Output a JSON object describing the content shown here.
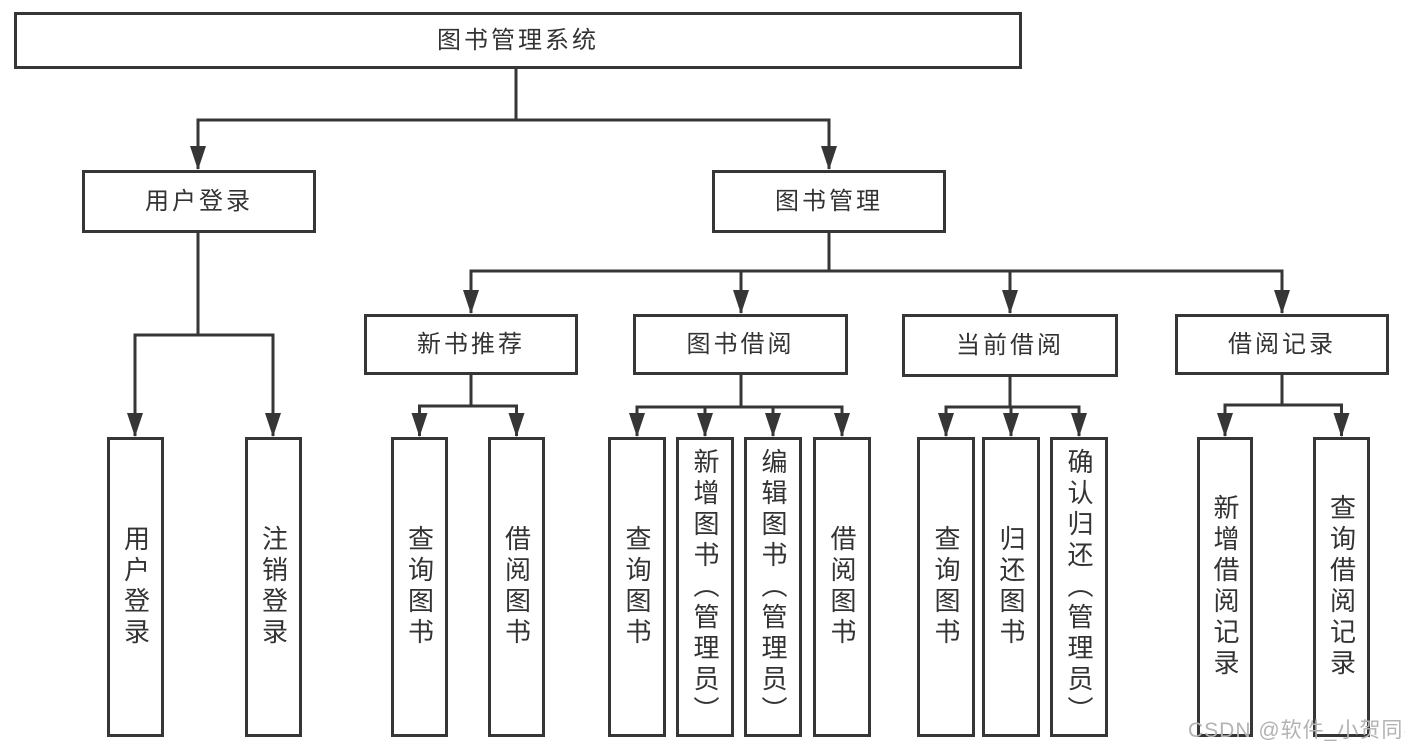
{
  "diagram": {
    "root": {
      "label": "图书管理系统"
    },
    "branches": [
      {
        "label": "用户登录",
        "children": [
          {
            "label": "用户登录"
          },
          {
            "label": "注销登录"
          }
        ]
      },
      {
        "label": "图书管理",
        "children": [
          {
            "label": "新书推荐",
            "children": [
              {
                "label": "查询图书"
              },
              {
                "label": "借阅图书"
              }
            ]
          },
          {
            "label": "图书借阅",
            "children": [
              {
                "label": "查询图书"
              },
              {
                "label": "新增图书（管理员）"
              },
              {
                "label": "编辑图书（管理员）"
              },
              {
                "label": "借阅图书"
              }
            ]
          },
          {
            "label": "当前借阅",
            "children": [
              {
                "label": "查询图书"
              },
              {
                "label": "归还图书"
              },
              {
                "label": "确认归还（管理员）"
              }
            ]
          },
          {
            "label": "借阅记录",
            "children": [
              {
                "label": "新增借阅记录"
              },
              {
                "label": "查询借阅记录"
              }
            ]
          }
        ]
      }
    ]
  },
  "watermark": {
    "text": "CSDN @软件_小贺同学"
  },
  "colors": {
    "line": "#363636",
    "text": "#333333",
    "background": "#ffffff",
    "watermark": "#b3b3b3"
  }
}
